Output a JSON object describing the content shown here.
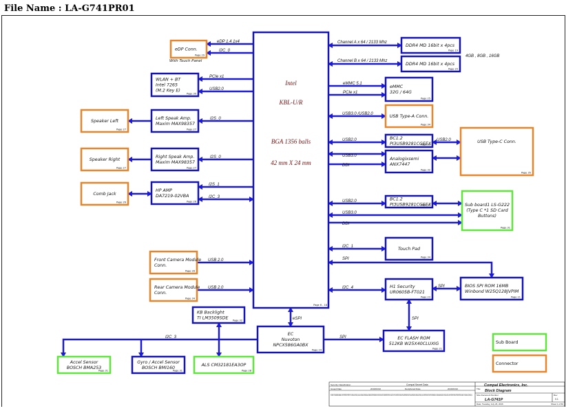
{
  "file_name": "File Name : LA-G741PR01",
  "colors": {
    "bus": "#1a1ad8",
    "box_blue": "#1414b4",
    "box_orange": "#e8842a",
    "box_green": "#5ee63a",
    "cpu_text": "#7a1010"
  },
  "cpu": {
    "l1": "Intel",
    "l2": "KBL-U/R",
    "l3": "BGA 1356 balls",
    "l4": "42 mm X 24 mm",
    "page": "Page 6 - 18"
  },
  "blocks": {
    "edp": {
      "lines": [
        "eDP Conn."
      ],
      "page": "Page 29",
      "note": "With Touch Panel"
    },
    "wlan": {
      "lines": [
        "WLAN + BT",
        "Intel 7265",
        "(M.2 Key E)"
      ],
      "page": "Page 30"
    },
    "spk_l": {
      "lines": [
        "Speaker Left"
      ],
      "page": "Page 27"
    },
    "amp_l": {
      "lines": [
        "Left Speak Amp.",
        "Maxim MAX98357"
      ],
      "page": "Page 27"
    },
    "spk_r": {
      "lines": [
        "Speaker Right"
      ],
      "page": "Page 27"
    },
    "amp_r": {
      "lines": [
        "Right Speak Amp.",
        "Maxim MAX98357"
      ],
      "page": "Page 27"
    },
    "comb": {
      "lines": [
        "Comb Jack"
      ],
      "page": "Page 26"
    },
    "hpamp": {
      "lines": [
        "HP AMP",
        "DA7219-02VBA"
      ],
      "page": "Page 26"
    },
    "fcam": {
      "lines": [
        "Front Camera Module",
        "Conn."
      ],
      "page": "Page 28"
    },
    "rcam": {
      "lines": [
        "Rear Camera Module",
        "Conn."
      ],
      "page": "Page 34"
    },
    "kb": {
      "lines": [
        "KB Backlight",
        "TI LM3509SDE"
      ],
      "page": "Page 32"
    },
    "ec": {
      "lines": [
        "EC",
        "Nuvoton",
        "NPCX586GA0BX"
      ],
      "page": "Page 24"
    },
    "accel": {
      "lines": [
        "Accel Sensor",
        "BOSCH BMA253"
      ],
      "page": "Page 31"
    },
    "gyro": {
      "lines": [
        "Gyro / Accel Sensor",
        "BOSCH BMI160"
      ],
      "page": "Page 31"
    },
    "als": {
      "lines": [
        "ALS CM32181EA3OP"
      ],
      "page": "Page 28"
    },
    "flash": {
      "lines": [
        "EC FLASH ROM",
        "512KB W25X40CLUXIG"
      ],
      "page": "Page 21"
    },
    "ddr_a": {
      "lines": [
        "DDR4 MD 16bit x 4pcs"
      ],
      "page": "Page 19"
    },
    "ddr_b": {
      "lines": [
        "DDR4 MD 16bit x 4pcs"
      ],
      "page": "Page 20"
    },
    "emmc": {
      "lines": [
        "eMMC",
        "32G / 64G"
      ],
      "page": "Page 25"
    },
    "usba": {
      "lines": [
        "USB Type-A Conn."
      ],
      "page": "Page 34"
    },
    "pi1": {
      "lines": [
        "BC1.2",
        "PI3USB9281CGEEX"
      ],
      "page": "Page 33"
    },
    "analog": {
      "lines": [
        "Analogixsemi",
        "ANX7447"
      ],
      "page": "Page 32"
    },
    "usbc": {
      "lines": [
        "USB Type-C Conn."
      ],
      "page": "Page 35"
    },
    "pi2": {
      "lines": [
        "BC1.2",
        "PI3USB9281CGEEX"
      ],
      "page": "Page 33"
    },
    "sub": {
      "lines": [
        "Sub board1 LS-G222",
        "(Type C *1 SD Card",
        "Buttons)"
      ],
      "page": "Page 31"
    },
    "touch": {
      "lines": [
        "Touch Pad"
      ],
      "page": "Page 34"
    },
    "h1": {
      "lines": [
        "H1 Security",
        "UR0605B-FT021"
      ],
      "page": "Page 23"
    },
    "bios": {
      "lines": [
        "BIOS SPI ROM 16MB",
        "Winbond W25Q128JVPIM"
      ],
      "page": "Page 21"
    }
  },
  "buses": {
    "edp": "eDP 1.4 1x4",
    "i2c0": "I2C_0",
    "pcie_l": "PCIe x1",
    "usb20_l": "USB2.0",
    "i2s0_a": "I2S_0",
    "i2s0_b": "I2S_0",
    "i2s1": "I2S_1",
    "i2c3_a": "I2C_3",
    "usb_fcam": "USB 2.0",
    "usb_rcam": "USB 2.0",
    "espi": "eSPI",
    "i2c3_b": "I2C_3",
    "spi_ec": "SPI",
    "spi_h1": "SPI",
    "spi_bios": "SPI",
    "ch_a": "Channel A x 64 / 2133 Mhz",
    "ch_b": "Channel B x 64 / 2133 Mhz",
    "mem_sizes": "4GB , 8GB , 16GB",
    "emmc": "eMMC 5.1",
    "pcie_r": "PCIe x1",
    "usb30_20": "USB3.0 /USB2.0",
    "usb20_a": "USB2.0",
    "usb20_c": "USB2.0",
    "usb30_a": "USB3.0",
    "ddi_a": "DDI",
    "usb20_b": "USB2.0",
    "usb30_b": "USB3.0",
    "ddi_b": "DDI",
    "i2c1": "I2C_1",
    "spi_r": "SPI",
    "i2c4": "I2C_4"
  },
  "legend": {
    "sub_board": "Sub Board",
    "connector": "Connector"
  },
  "title_block": {
    "security": "Security Classification",
    "secret": "Compal Secret Data",
    "company": "Compal Electronics, Inc.",
    "issued": "Issued Date",
    "issued_val": "2016/03/10",
    "decipher": "Deciphered Date",
    "decipher_val": "2016/03/10",
    "title_label": "Title",
    "title": "Block Diagram",
    "doc_label": "Size  Document Number",
    "doc": "LA-G741P",
    "rev_label": "Rev",
    "rev": "0.1",
    "date": "Date:    Tuesday, July 26, 2016",
    "sheet": "Sheet    1    of    60",
    "notice": "THIS SHEET OF ENGINEERING DRAWING IS THE PROPRIETARY PROPERTY OF COMPAL ELECTRONICS, INC. AND CONTAINS CONFIDENTIAL AND TRADE SECRET INFORMATION. THIS SHEET MAY NOT BE TRANSFERED FROM THE CUSTODY OF THE COMPETENT DIVISION OF R&D DEPARTMENT EXCEPT AS AUTHORIZED BY COMPAL ELECTRONICS, INC. NEITHER THIS SHEET NOR THE INFORMATION IT CONTAINS MAY BE USED BY OR DISCLOSED TO ANY THIRD PARTY WITHOUT PRIOR WRITTEN CONSENT OF COMPAL ELECTRONICS, INC."
  }
}
